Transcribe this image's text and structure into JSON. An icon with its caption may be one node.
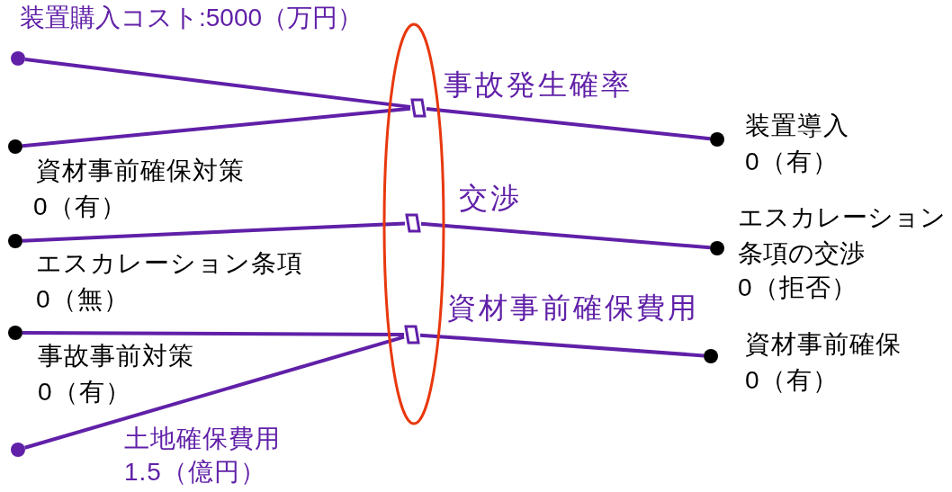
{
  "diagram": {
    "nodes": [
      {
        "text": [],
        "shape": "circle",
        "beside": [
          "装置購入コスト:5000（万円）"
        ]
      },
      {
        "text": [],
        "shape": "circle",
        "beside": [
          "資材事前確保対策",
          "0（有）"
        ]
      },
      {
        "text": [],
        "shape": "circle",
        "beside": [
          "エスカレーション条項",
          "0（無）"
        ]
      },
      {
        "text": [],
        "shape": "circle",
        "beside": [
          "事故事前対策",
          "0（有）"
        ]
      },
      {
        "text": [],
        "shape": "circle",
        "beside": [
          "土地確保費用",
          "1.5（億円）"
        ]
      },
      {
        "text": [],
        "shape": "ellipse"
      },
      {
        "text": [],
        "shape": "box",
        "in": 5,
        "beside": [
          "事故発生確率"
        ]
      },
      {
        "text": [],
        "shape": "box",
        "in": 5,
        "beside": [
          "交渉"
        ]
      },
      {
        "text": [],
        "shape": "box",
        "in": 5,
        "beside": [
          "資材事前確保費用"
        ]
      },
      {
        "text": [],
        "shape": "circle",
        "beside": [
          "装置導入",
          "0（有）"
        ]
      },
      {
        "text": [],
        "shape": "circle",
        "beside": [
          "エスカレーション条項の交渉",
          "0（拒否）"
        ]
      },
      {
        "text": [],
        "shape": "circle",
        "beside": [
          "資材事前確保",
          "0（有）"
        ]
      }
    ],
    "edges": [
      {
        "from": 0,
        "to": 6,
        "arrow": "none"
      },
      {
        "from": 1,
        "to": 6,
        "arrow": "none"
      },
      {
        "from": 6,
        "to": 9,
        "arrow": "none"
      },
      {
        "from": 2,
        "to": 7,
        "arrow": "none"
      },
      {
        "from": 7,
        "to": 10,
        "arrow": "none"
      },
      {
        "from": 3,
        "to": 8,
        "arrow": "none"
      },
      {
        "from": 4,
        "to": 8,
        "arrow": "none"
      },
      {
        "from": 8,
        "to": 11,
        "arrow": "none"
      }
    ]
  }
}
